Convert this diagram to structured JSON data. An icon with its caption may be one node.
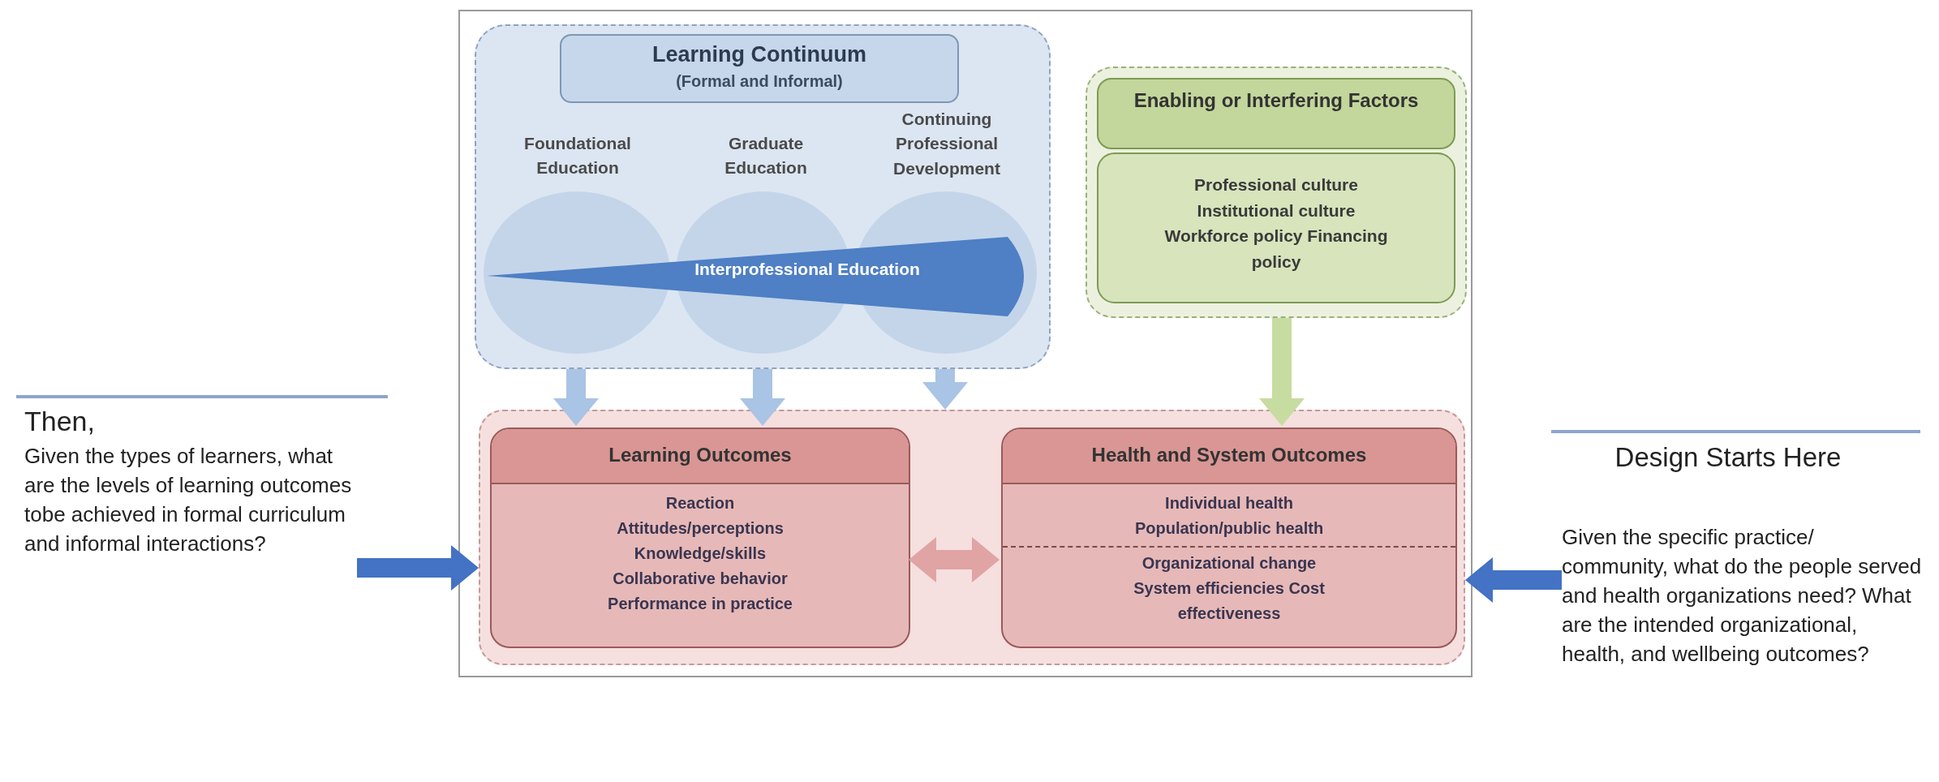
{
  "diagram": {
    "nodes": [
      {
        "text": [
          "Learning Continuum",
          "(Formal and Informal)"
        ]
      },
      {
        "text": [
          "Foundational Education"
        ],
        "in": 0
      },
      {
        "text": [
          "Graduate Education"
        ],
        "in": 0
      },
      {
        "text": [
          "Continuing Professional Development"
        ],
        "in": 0
      },
      {
        "text": [
          "Interprofessional Education"
        ],
        "in": 0
      },
      {
        "text": [
          "Enabling or Interfering Factors",
          "Professional culture Institutional culture Workforce policy Financing policy"
        ]
      },
      {
        "text": [],
        "shape": "box"
      },
      {
        "text": [
          "Learning Outcomes",
          "Reaction Attitudes/perceptions Knowledge/skills Collaborative behavior Performance in practice"
        ],
        "in": 6
      },
      {
        "text": [
          "Health and System Outcomes",
          "Individual health Population/public health",
          "Organizational change System efficiencies Cost effectiveness"
        ],
        "in": 6
      },
      {
        "text": [
          "Then,",
          "Given the types of learners, what are the levels of learning outcomes tobe achieved in formal curriculum and informal interactions?"
        ]
      },
      {
        "text": [
          "Design Starts Here",
          "Given the specific practice/ community, what do the people served and health organizations need? What are the intended organizational, health, and wellbeing outcomes?"
        ]
      }
    ],
    "edges": [
      {
        "from": 0,
        "to": 7,
        "arrow": "to",
        "color": "#a9c4e4"
      },
      {
        "from": 0,
        "to": 7,
        "arrow": "to",
        "color": "#a9c4e4"
      },
      {
        "from": 0,
        "to": 6,
        "arrow": "to",
        "color": "#a9c4e4"
      },
      {
        "from": 5,
        "to": 8,
        "arrow": "to",
        "color": "#c7dca0"
      },
      {
        "from": 7,
        "to": 8,
        "arrow": "both",
        "color": "#e0a4a4"
      },
      {
        "from": 9,
        "to": 6,
        "arrow": "to",
        "color": "#4472c4"
      },
      {
        "from": 10,
        "to": 6,
        "arrow": "to",
        "color": "#4472c4"
      }
    ]
  }
}
